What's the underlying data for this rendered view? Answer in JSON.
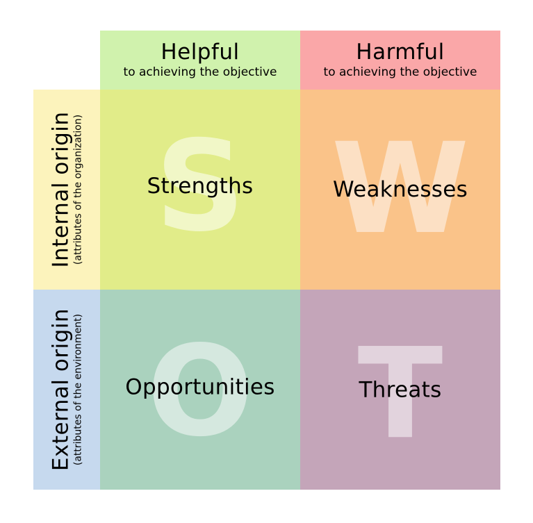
{
  "columns": [
    {
      "title": "Helpful",
      "subtitle": "to achieving the objective",
      "color": "#d0f2ad"
    },
    {
      "title": "Harmful",
      "subtitle": "to achieving the objective",
      "color": "#faa7a8"
    }
  ],
  "rows": [
    {
      "title": "Internal origin",
      "subtitle": "(attributes of the organization)",
      "color": "#fcf3bc"
    },
    {
      "title": "External origin",
      "subtitle": "(attributes of the environment)",
      "color": "#c6d9ee"
    }
  ],
  "quadrants": {
    "strengths": {
      "label": "Strengths",
      "letter": "S",
      "color": "#e1ec89",
      "letter_color": "#f1f7c7"
    },
    "weaknesses": {
      "label": "Weaknesses",
      "letter": "W",
      "color": "#fac389",
      "letter_color": "#fce0c4"
    },
    "opportunities": {
      "label": "Opportunities",
      "letter": "O",
      "color": "#aad2be",
      "letter_color": "#d5e8df"
    },
    "threats": {
      "label": "Threats",
      "letter": "T",
      "color": "#c4a5b9",
      "letter_color": "#e2d3dd"
    }
  }
}
